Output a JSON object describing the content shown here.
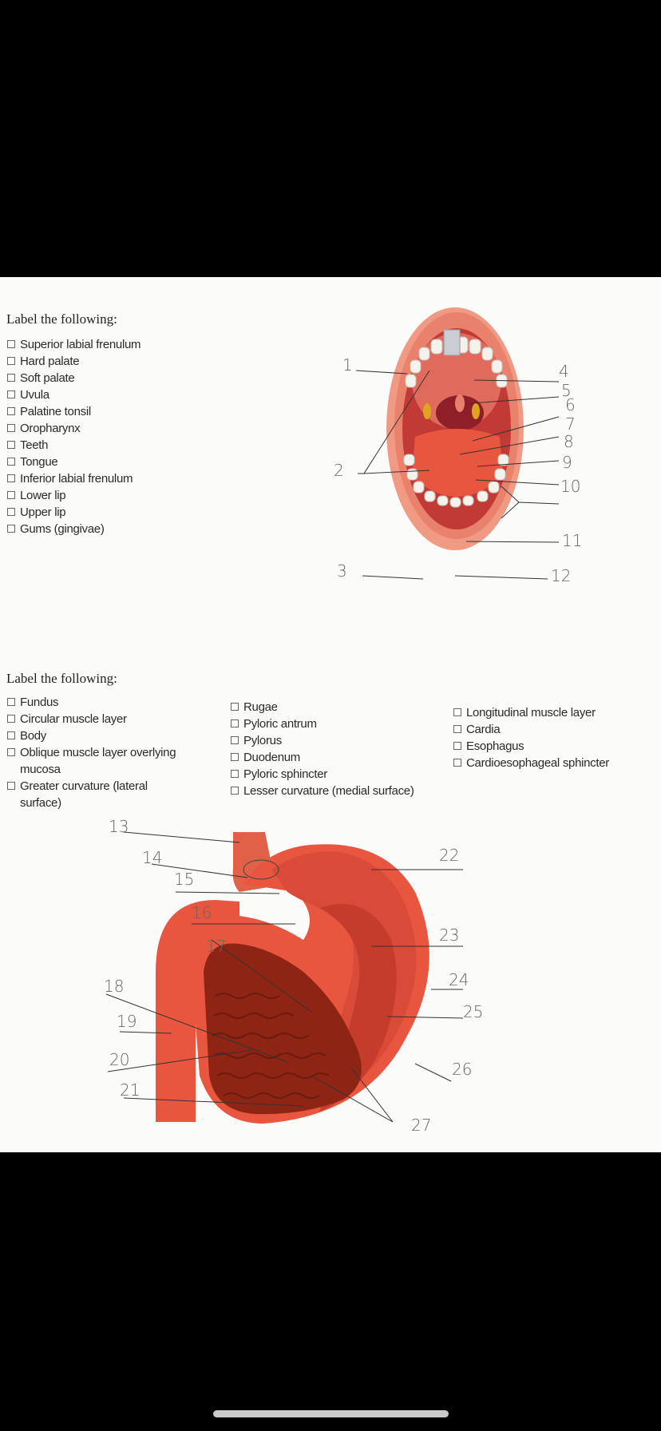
{
  "mouth_section": {
    "heading": "Label the following:",
    "items": [
      "Superior labial frenulum",
      "Hard palate",
      "Soft palate",
      "Uvula",
      "Palatine tonsil",
      "Oropharynx",
      "Teeth",
      "Tongue",
      "Inferior labial frenulum",
      "Lower lip",
      "Upper lip",
      "Gums (gingivae)"
    ],
    "labels": [
      "1",
      "2",
      "3",
      "4",
      "5",
      "6",
      "7",
      "8",
      "9",
      "10",
      "11",
      "12"
    ]
  },
  "stomach_section": {
    "heading": "Label the following:",
    "column1": [
      "Fundus",
      "Circular muscle layer",
      "Body",
      "Oblique muscle layer overlying mucosa",
      "Greater curvature (lateral surface)"
    ],
    "column2": [
      "Rugae",
      "Pyloric antrum",
      "Pylorus",
      "Duodenum",
      "Pyloric sphincter",
      "Lesser curvature (medial surface)"
    ],
    "column3": [
      "Longitudinal muscle layer",
      "Cardia",
      "Esophagus",
      "Cardioesophageal sphincter"
    ],
    "labels": [
      "13",
      "14",
      "15",
      "16",
      "17",
      "18",
      "19",
      "20",
      "21",
      "22",
      "23",
      "24",
      "25",
      "26",
      "27"
    ]
  },
  "colors": {
    "lips": "#e8826d",
    "gums": "#e85a52",
    "tongue": "#e8563f",
    "throat": "#b02830",
    "teeth": "#f4f2ec",
    "muscle": "#d94a38",
    "mucosa": "#8e2414",
    "rugae": "#6a1a0f"
  }
}
